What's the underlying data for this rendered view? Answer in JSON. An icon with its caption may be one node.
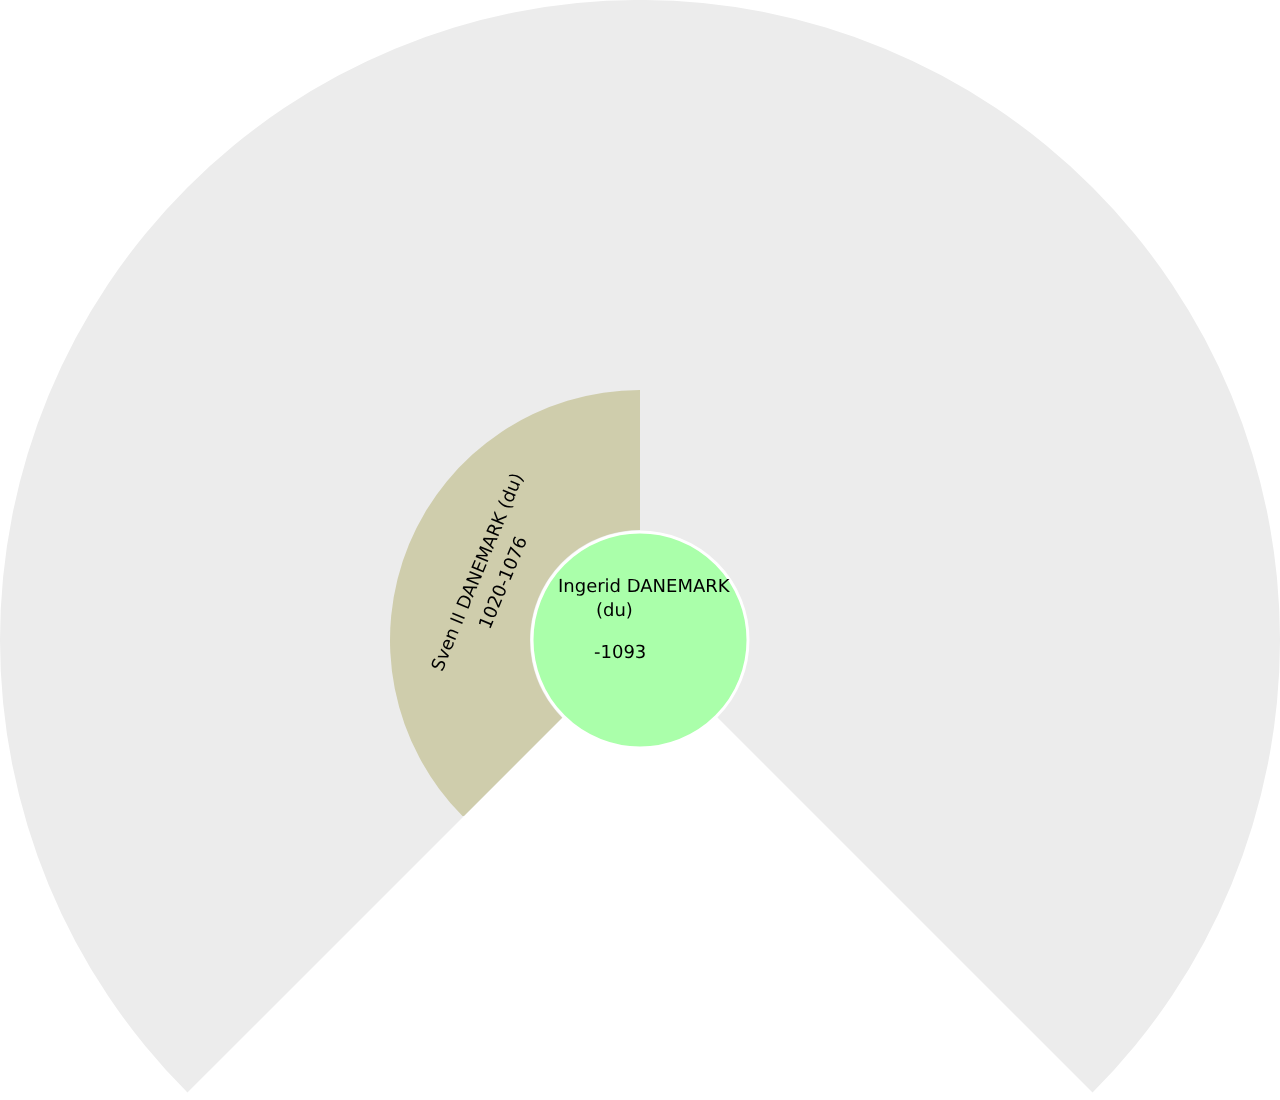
{
  "diagram": {
    "nodes": [
      {
        "text": [
          "Sven II DANEMARK (du)",
          "1020-1076"
        ]
      },
      {
        "text": [
          "Ingerid DANEMARK (du)",
          "-1093"
        ]
      }
    ]
  }
}
